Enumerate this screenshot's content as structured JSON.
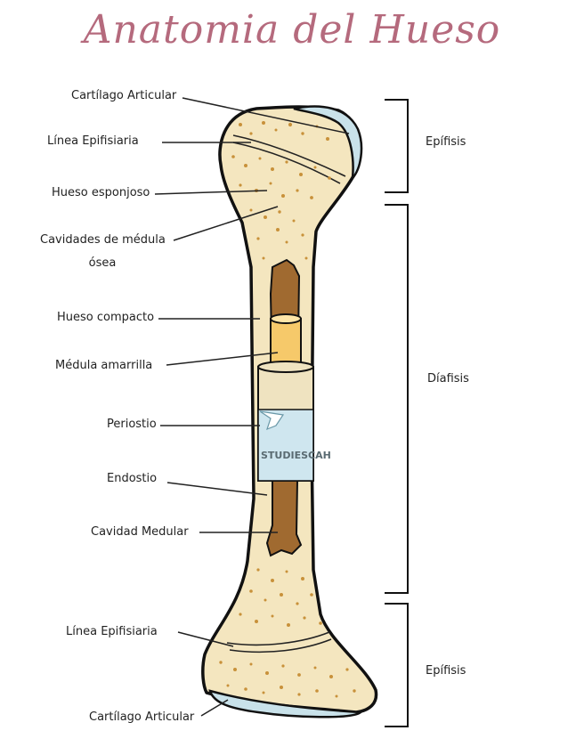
{
  "title": "Anatomia del Hueso",
  "labels": {
    "cartilago_articular_top": "Cartílago Articular",
    "linea_epifisiaria_top": "Línea Epifisiaria",
    "hueso_esponjoso": "Hueso esponjoso",
    "cavidades_medula_1": "Cavidades de médula",
    "cavidades_medula_2": "ósea",
    "hueso_compacto": "Hueso compacto",
    "medula_amarilla": "Médula amarrilla",
    "periostio": "Periostio",
    "endostio": "Endostio",
    "cavidad_medular": "Cavidad Medular",
    "linea_epifisiaria_bottom": "Línea Epifisiaria",
    "cartilago_articular_bottom": "Cartílago Articular"
  },
  "regions": {
    "epifisis_top": "Epífisis",
    "diafisis": "Díafisis",
    "epifisis_bottom": "Epífisis"
  },
  "watermark": "STUDIESCAH",
  "colors": {
    "title": "#b56a7d",
    "bone": "#f4e6bf",
    "spongy_dots": "#c8913a",
    "marrow_yellow": "#f6c96a",
    "cavity_brown": "#a06a30",
    "cartilage": "#c9e2ea",
    "outline": "#111111"
  }
}
